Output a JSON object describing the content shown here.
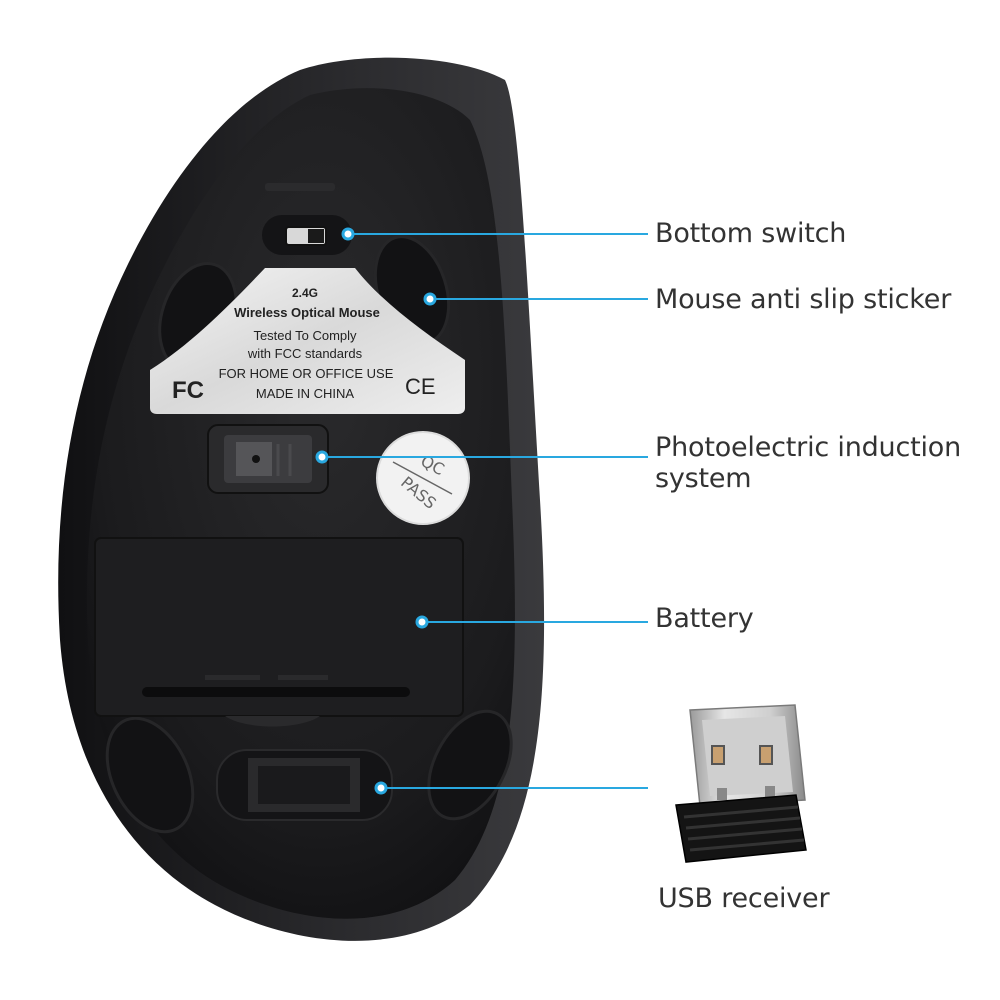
{
  "callouts": {
    "bottom_switch": "Bottom switch",
    "anti_slip": "Mouse anti slip sticker",
    "photoelectric_line1": "Photoelectric induction",
    "photoelectric_line2": "system",
    "battery": "Battery",
    "usb_receiver": "USB receiver"
  },
  "sticker": {
    "band": "2.4G",
    "product": "Wireless Optical Mouse",
    "line1": "Tested To Comply",
    "line2": "with FCC standards",
    "line3": "FOR HOME OR OFFICE USE",
    "line4": "MADE IN CHINA",
    "fcc_mark": "FC",
    "ce_mark": "CE"
  },
  "qc_sticker": {
    "top": "QC",
    "bottom": "PASS"
  },
  "colors": {
    "background": "#ffffff",
    "mouse_body": "#1c1c1e",
    "callout_line": "#29a8e0",
    "label_text": "#333333"
  }
}
